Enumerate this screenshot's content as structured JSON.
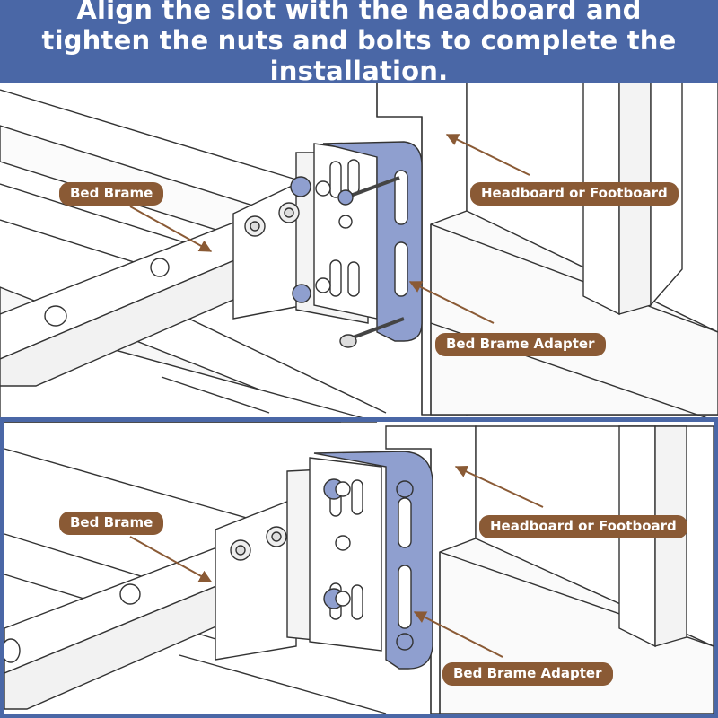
{
  "title": "Align the slot with the headboard and tighten the nuts and bolts to complete the installation.",
  "panels": [
    {
      "labels": {
        "frame": "Bed Brame",
        "headboard": "Headboard or Footboard",
        "adapter": "Bed Brame Adapter"
      }
    },
    {
      "labels": {
        "frame": "Bed Brame",
        "headboard": "Headboard or Footboard",
        "adapter": "Bed Brame Adapter"
      }
    }
  ],
  "colors": {
    "banner": "#4a67a6",
    "label_bg": "#8a5a35",
    "arrow": "#8a5a35",
    "adapter_plate": "#8f9fcf",
    "line": "#333333"
  }
}
